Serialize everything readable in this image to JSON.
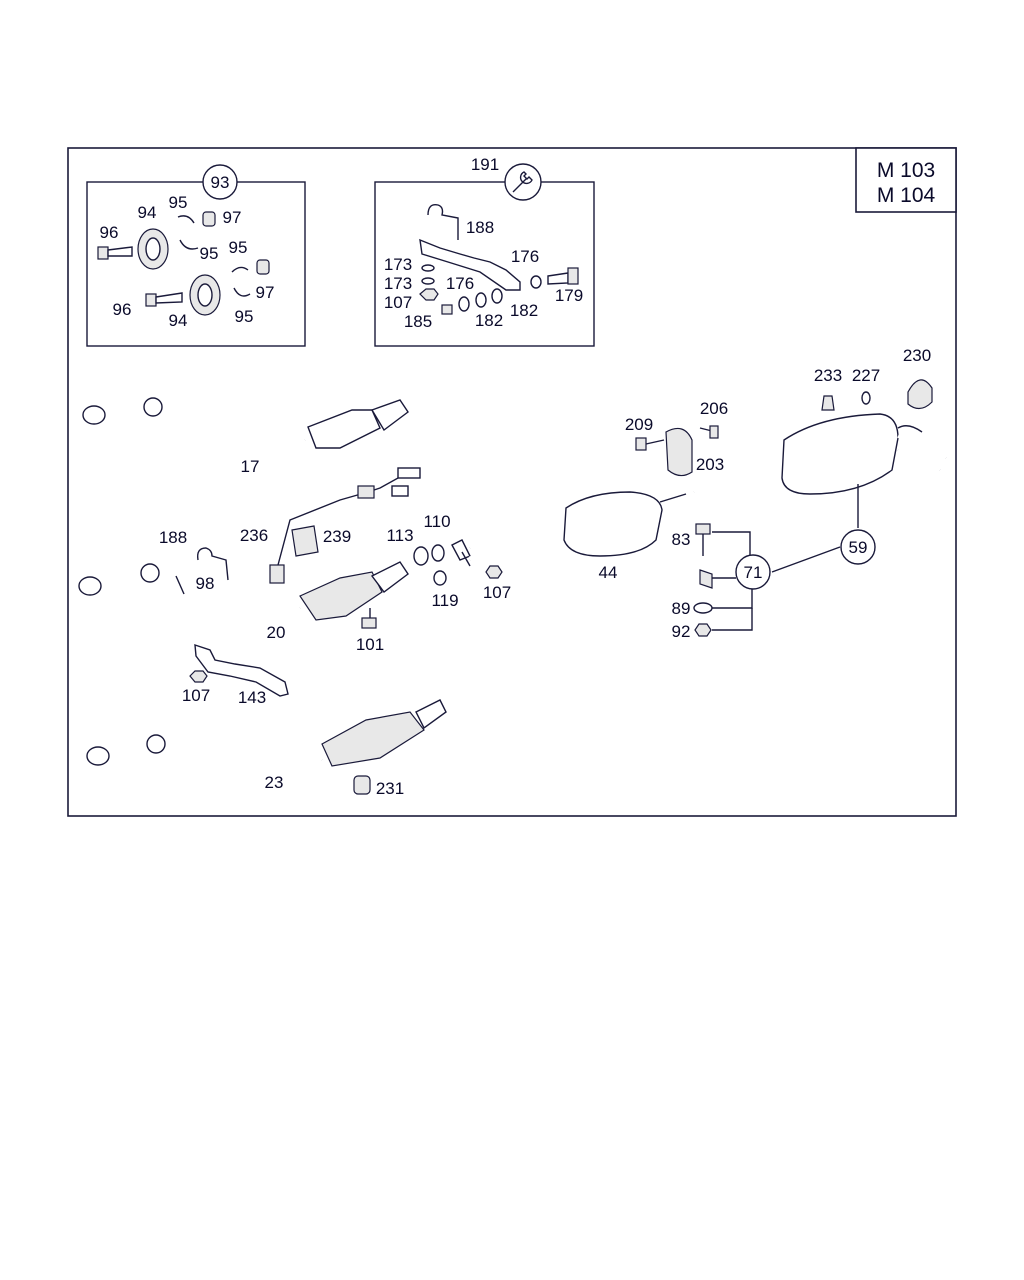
{
  "engine_box": {
    "line1": "M 103",
    "line2": "M 104"
  },
  "kit_93": {
    "ref": "93",
    "parts": [
      "96",
      "94",
      "95",
      "97",
      "95",
      "95",
      "97",
      "96",
      "94",
      "95"
    ]
  },
  "kit_191": {
    "ref": "191",
    "parts": [
      "188",
      "173",
      "173",
      "176",
      "176",
      "107",
      "179",
      "185",
      "182",
      "182"
    ]
  },
  "parts": {
    "p17": "17",
    "p20": "20",
    "p23": "23",
    "p44": "44",
    "p59": "59",
    "p71": "71",
    "p83": "83",
    "p89": "89",
    "p92": "92",
    "p98": "98",
    "p101": "101",
    "p107a": "107",
    "p107b": "107",
    "p110": "110",
    "p113": "113",
    "p119": "119",
    "p143": "143",
    "p188": "188",
    "p203": "203",
    "p206": "206",
    "p209": "209",
    "p227": "227",
    "p230": "230",
    "p231": "231",
    "p233": "233",
    "p236": "236",
    "p239": "239"
  },
  "icons": {
    "tool": "wrench-icon"
  }
}
